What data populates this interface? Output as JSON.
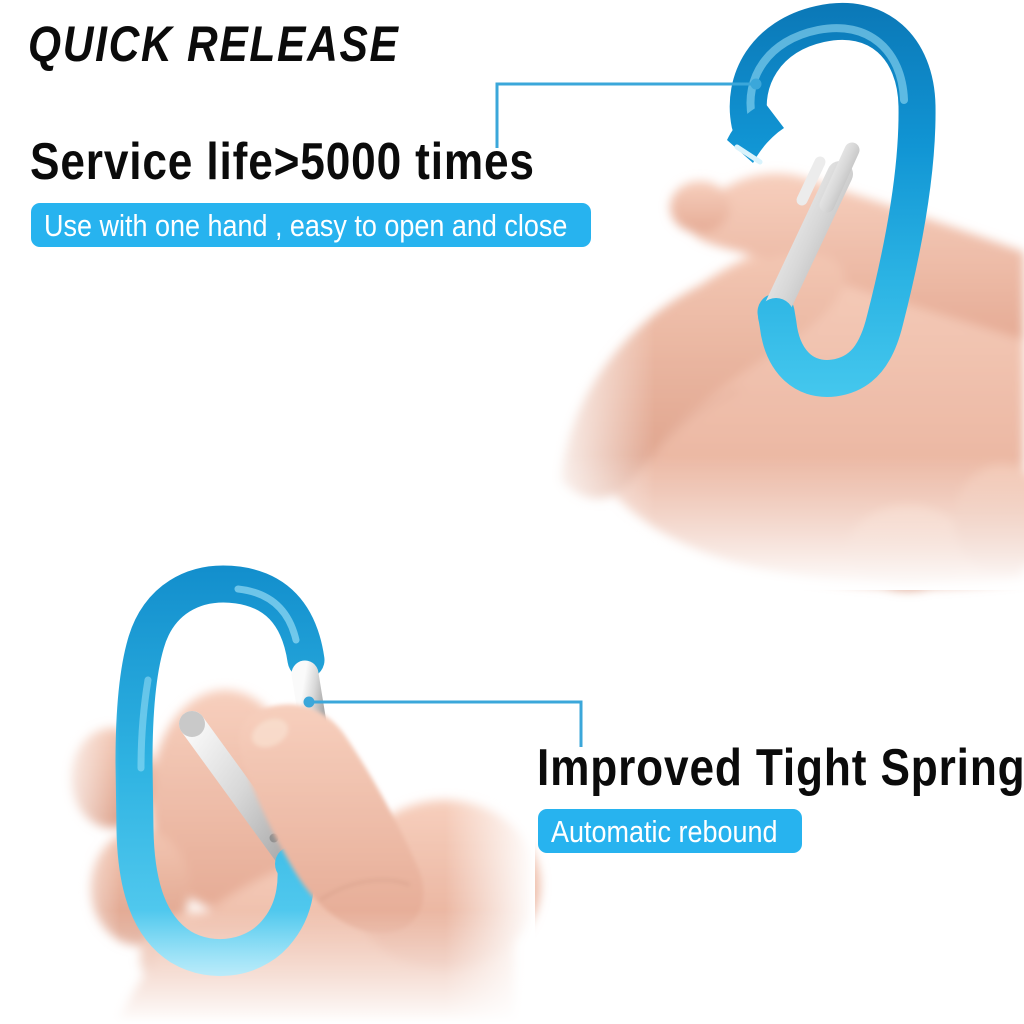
{
  "title": "QUICK RELEASE",
  "callouts": {
    "top": {
      "heading": "Service life>5000 times",
      "banner": "Use with one hand , easy to open and close"
    },
    "bottom": {
      "heading": "Improved Tight Spring",
      "banner": "Automatic rebound"
    }
  },
  "photos": {
    "top_right": "hand-holding-open-blue-carabiner",
    "bottom_left": "finger-pressing-open-carabiner-gate"
  },
  "colors": {
    "background": "#ffffff",
    "heading_text": "#0b0b0b",
    "banner_bg": "#27b3ef",
    "banner_text": "#ffffff",
    "callout_line": "#3ba7da",
    "carabiner_blue_dark": "#0b79b8",
    "carabiner_blue_light": "#45c8ee",
    "gate_silver": "#d8d8d8",
    "skin_tone": "#eec0ad"
  }
}
